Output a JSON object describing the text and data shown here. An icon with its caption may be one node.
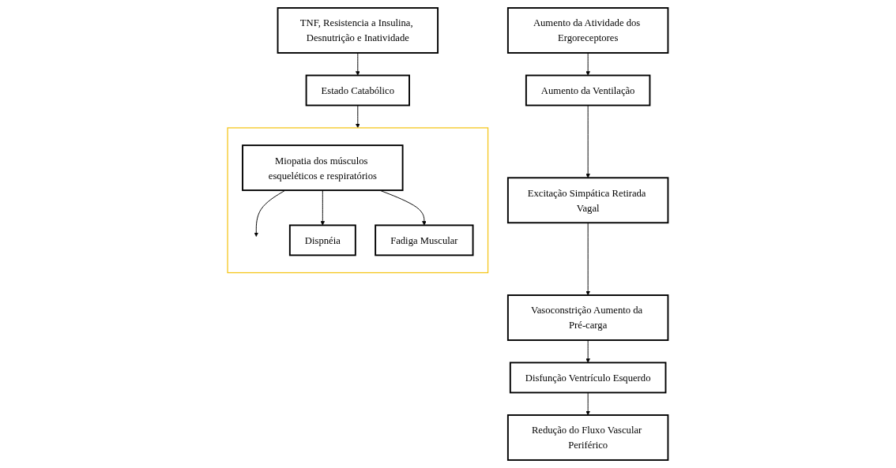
{
  "diagram": {
    "nodes": [
      {
        "text": [
          "Disfunção Ventrículo Esquerdo"
        ]
      },
      {
        "text": [
          "TNF, Resistencia a Insulina, Desnutrição e Inatividade"
        ]
      },
      {
        "text": [
          "Vasoconstrição Aumento da Pré-carga"
        ]
      },
      {
        "text": [
          "Redução do Fluxo Vascular Periférico"
        ]
      },
      {
        "text": [
          "Estado Catabólico"
        ]
      },
      {
        "text": [],
        "shape": "box"
      },
      {
        "text": [
          "Aumento da Atividade dos Ergoreceptores"
        ]
      },
      {
        "text": [
          "Miopatia dos músculos esqueléticos e respiratórios"
        ],
        "in": 5
      },
      {
        "text": [
          "Excitação Simpática Retirada Vagal"
        ]
      },
      {
        "text": [
          "Fadiga Muscular"
        ],
        "in": 5
      },
      {
        "text": [
          "Aumento da Ventilação"
        ]
      },
      {
        "text": [
          "Dispnéia"
        ],
        "in": 5
      }
    ],
    "edges": [
      {
        "from": 2,
        "to": 0,
        "arrow": "to"
      },
      {
        "from": 0,
        "to": 3,
        "arrow": "to"
      },
      {
        "from": 1,
        "to": 4,
        "arrow": "to"
      },
      {
        "from": 4,
        "to": 5,
        "arrow": "to"
      },
      {
        "from": 6,
        "to": 10,
        "arrow": "to"
      },
      {
        "from": 10,
        "to": 8,
        "arrow": "to"
      },
      {
        "from": 8,
        "to": 2,
        "arrow": "to"
      },
      {
        "from": 7,
        "to": null,
        "arrow": "to"
      },
      {
        "from": 7,
        "to": 11,
        "arrow": "to"
      },
      {
        "from": 7,
        "to": 9,
        "arrow": "to"
      }
    ]
  }
}
